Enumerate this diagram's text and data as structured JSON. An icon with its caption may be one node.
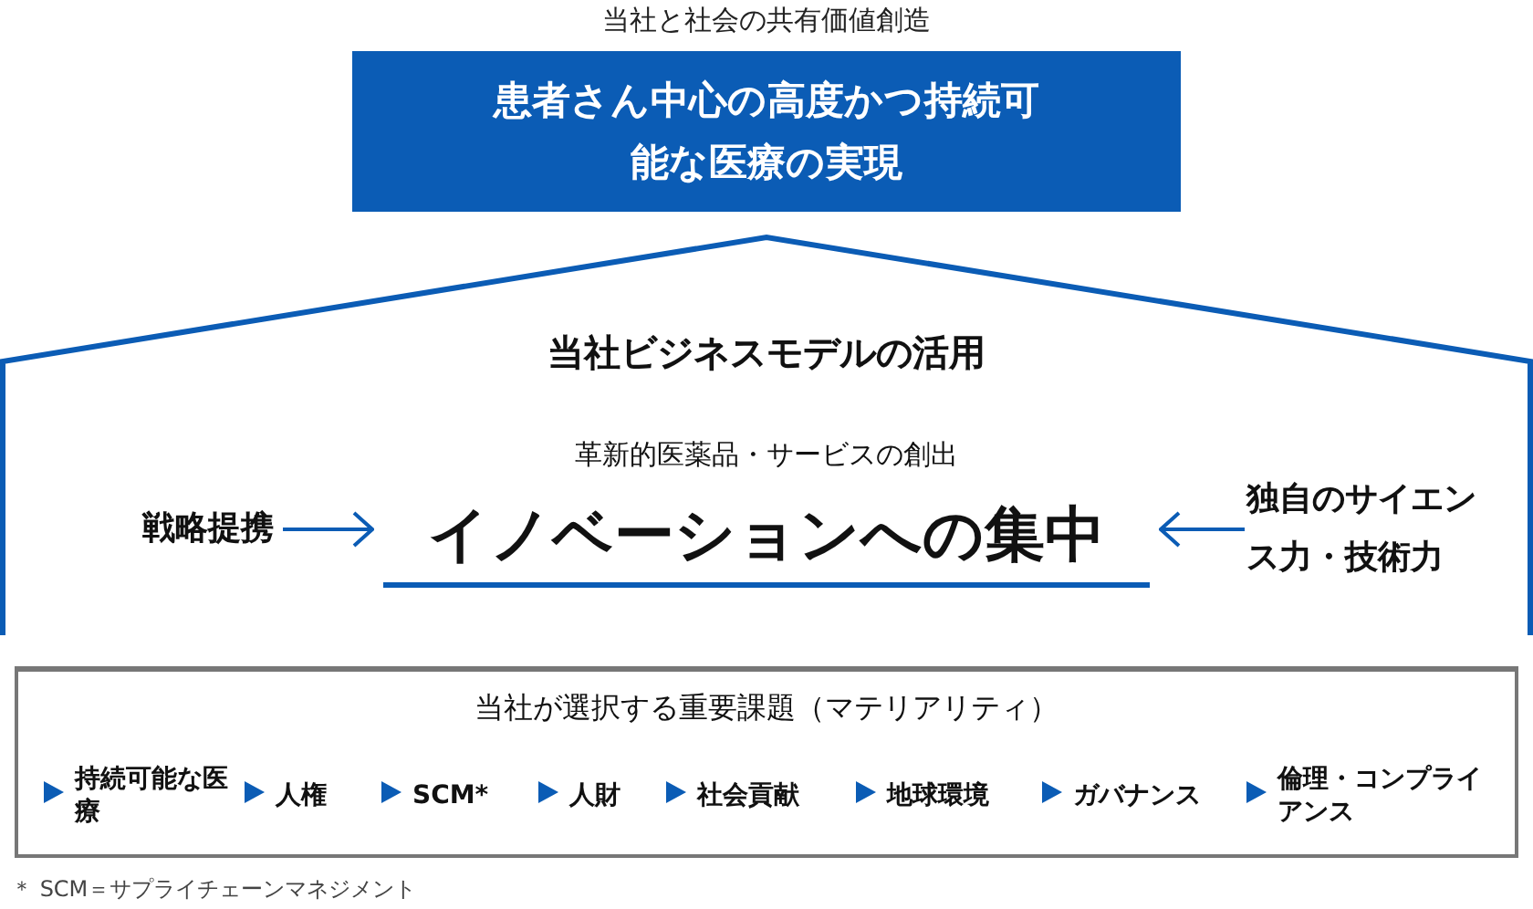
{
  "diagram": {
    "nodes": [
      {
        "text": [
          "当社と社会の共有価値創造",
          "患者さん中心の高度かつ持続可能な医療の実現"
        ]
      },
      {
        "text": [
          "当社ビジネスモデルの活用"
        ]
      },
      {
        "text": [
          "戦略提携"
        ],
        "in": 1
      },
      {
        "text": [
          "革新的医薬品・サービスの創出",
          "イノベーションへの集中"
        ],
        "in": 1
      },
      {
        "text": [
          "独自のサイエンス力・技術力"
        ],
        "in": 1
      },
      {
        "text": [
          "当社が選択する重要課題（マテリアリティ）"
        ]
      }
    ],
    "edges": [
      {
        "from": 2,
        "to": 3,
        "arrow": "to"
      },
      {
        "from": 4,
        "to": 3,
        "arrow": "to"
      }
    ],
    "labels": [
      "持続可能な医療",
      "人権",
      "SCM*",
      "人財",
      "社会貢献",
      "地球環境",
      "ガバナンス",
      "倫理・コンプライアンス",
      "＊ SCM＝サプライチェーンマネジメント"
    ]
  }
}
